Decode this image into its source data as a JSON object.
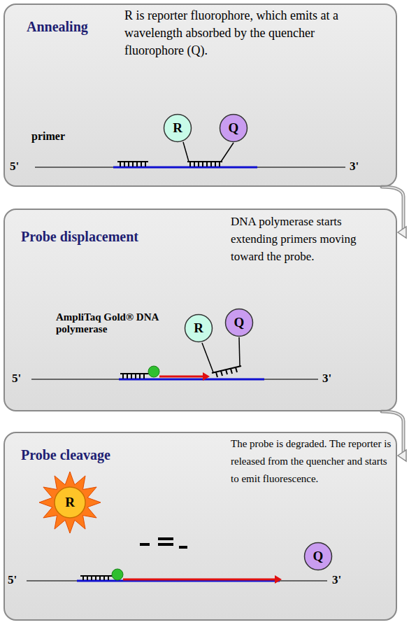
{
  "diagram": {
    "nodes": [
      {
        "text": [
          "Annealing",
          "R is reporter fluorophore, which emits at a wavelength absorbed by the quencher fluorophore (Q)."
        ]
      },
      {
        "text": [
          "R"
        ],
        "in": 0
      },
      {
        "text": [
          "Q"
        ],
        "in": 0
      },
      {
        "text": [
          "Probe displacement",
          "DNA polymerase starts extending primers moving toward the probe."
        ]
      },
      {
        "text": [
          "R"
        ],
        "in": 3
      },
      {
        "text": [
          "Q"
        ],
        "in": 3
      },
      {
        "text": [
          "Probe cleavage",
          "The probe is degraded. The reporter is released from the quencher and starts to emit fluorescence."
        ]
      },
      {
        "text": [
          "R"
        ],
        "in": 6
      },
      {
        "text": [
          "Q"
        ],
        "in": 6
      }
    ],
    "edges": [
      {
        "from": 0,
        "to": 3,
        "arrow": "to"
      },
      {
        "from": 3,
        "to": 6,
        "arrow": "to"
      }
    ],
    "labels": [
      "primer",
      "5'",
      "3'",
      "AmpliTaq Gold® DNA polymerase",
      "5'",
      "3'",
      "5'",
      "3'"
    ]
  }
}
